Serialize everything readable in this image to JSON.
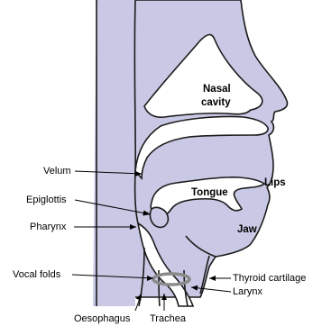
{
  "diagram": {
    "colors": {
      "tissue": "#c9c9e6",
      "outline": "#1a1a1a",
      "background": "#ffffff",
      "vocal_fold_ring": "#8a8a8a"
    },
    "labels": {
      "nasal_cavity_line1": "Nasal",
      "nasal_cavity_line2": "cavity",
      "velum": "Velum",
      "epiglottis": "Epiglottis",
      "pharynx": "Pharynx",
      "tongue": "Tongue",
      "lips": "Lips",
      "jaw": "Jaw",
      "vocal_folds": "Vocal folds",
      "thyroid_cartilage": "Thyroid cartilage",
      "larynx": "Larynx",
      "oesophagus": "Oesophagus",
      "trachea": "Trachea"
    }
  }
}
